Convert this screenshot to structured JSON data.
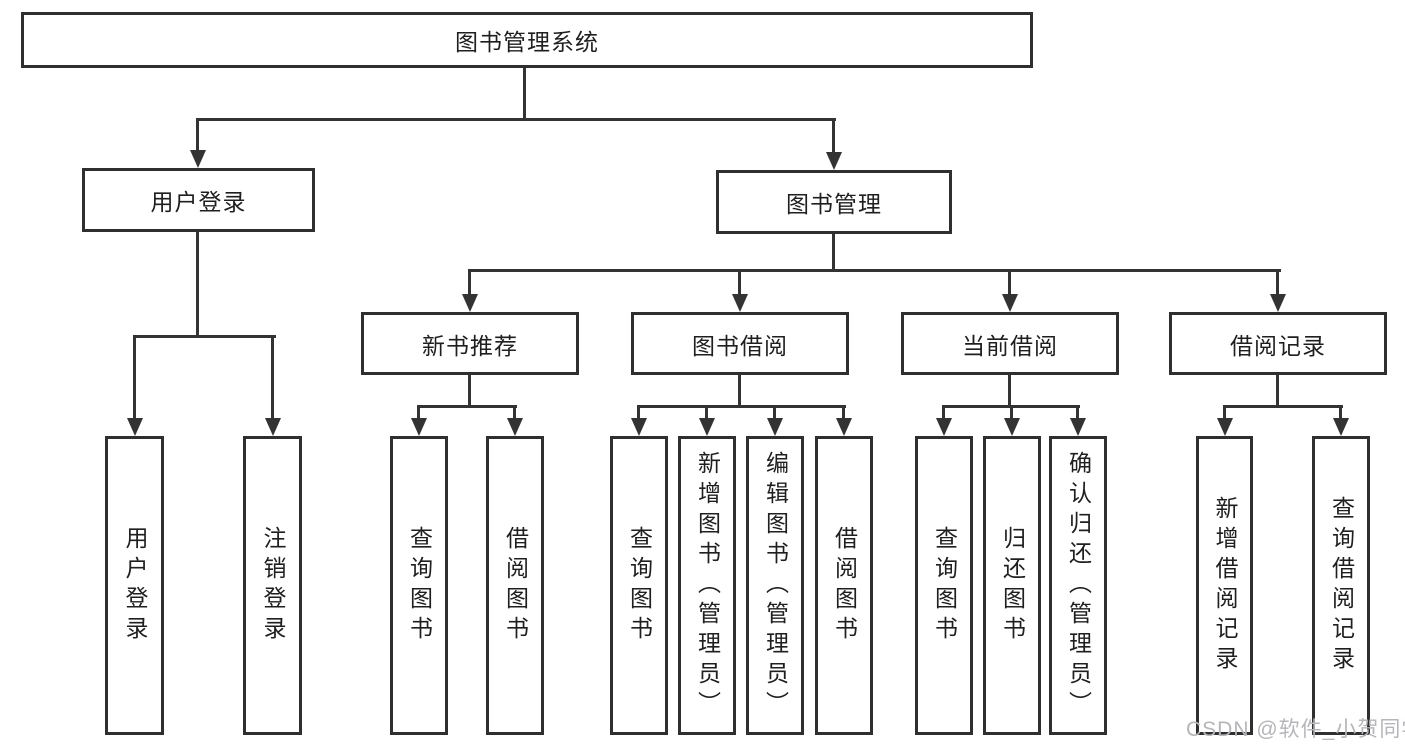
{
  "tree": {
    "root": "图书管理系统",
    "branches": [
      {
        "label": "用户登录",
        "children": [
          "用户登录",
          "注销登录"
        ]
      },
      {
        "label": "图书管理",
        "children": [
          {
            "label": "新书推荐",
            "children": [
              "查询图书",
              "借阅图书"
            ]
          },
          {
            "label": "图书借阅",
            "children": [
              "查询图书",
              "新增图书（管理员）",
              "编辑图书（管理员）",
              "借阅图书"
            ]
          },
          {
            "label": "当前借阅",
            "children": [
              "查询图书",
              "归还图书",
              "确认归还（管理员）"
            ]
          },
          {
            "label": "借阅记录",
            "children": [
              "新增借阅记录",
              "查询借阅记录"
            ]
          }
        ]
      }
    ]
  },
  "watermark": "CSDN @软件_小贺同学",
  "colors": {
    "line": "#333333",
    "box_border": "#2f2f2f",
    "text": "#1f1f1f",
    "watermark": "#b6b6ba",
    "background": "#ffffff"
  }
}
